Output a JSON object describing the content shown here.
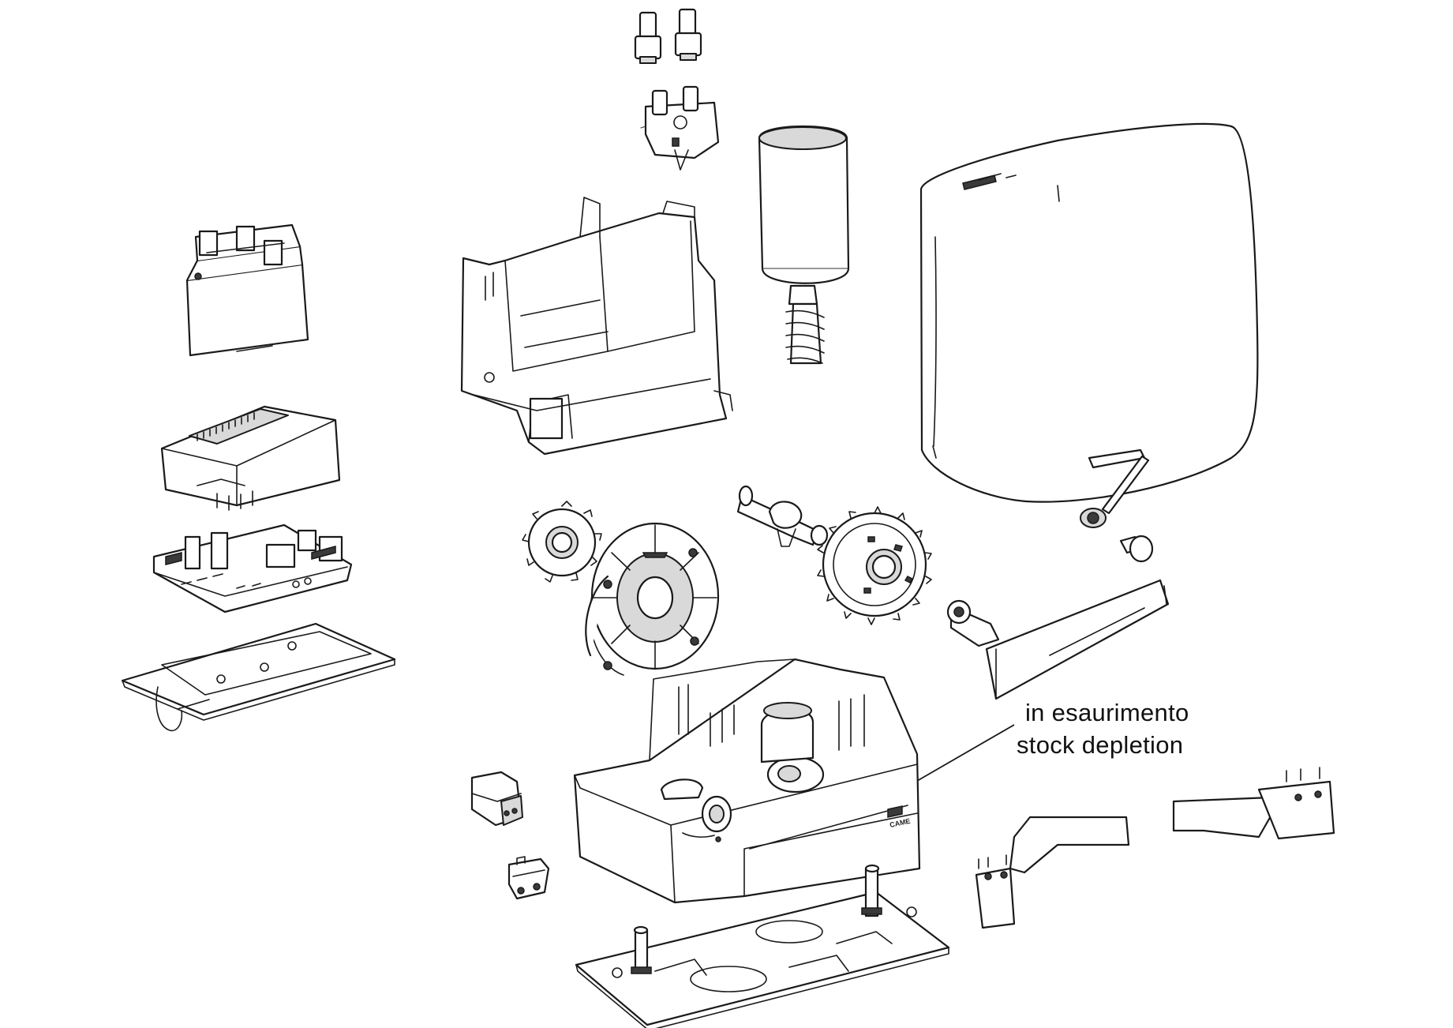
{
  "annotation": {
    "line_1": "in esaurimento",
    "line_2": "stock depletion"
  },
  "logo": {
    "text": "CAME"
  }
}
